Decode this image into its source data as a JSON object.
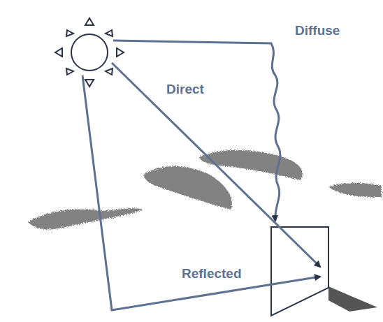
{
  "diagram": {
    "labels": [
      "Diffuse",
      "Direct",
      "Reflected"
    ]
  }
}
